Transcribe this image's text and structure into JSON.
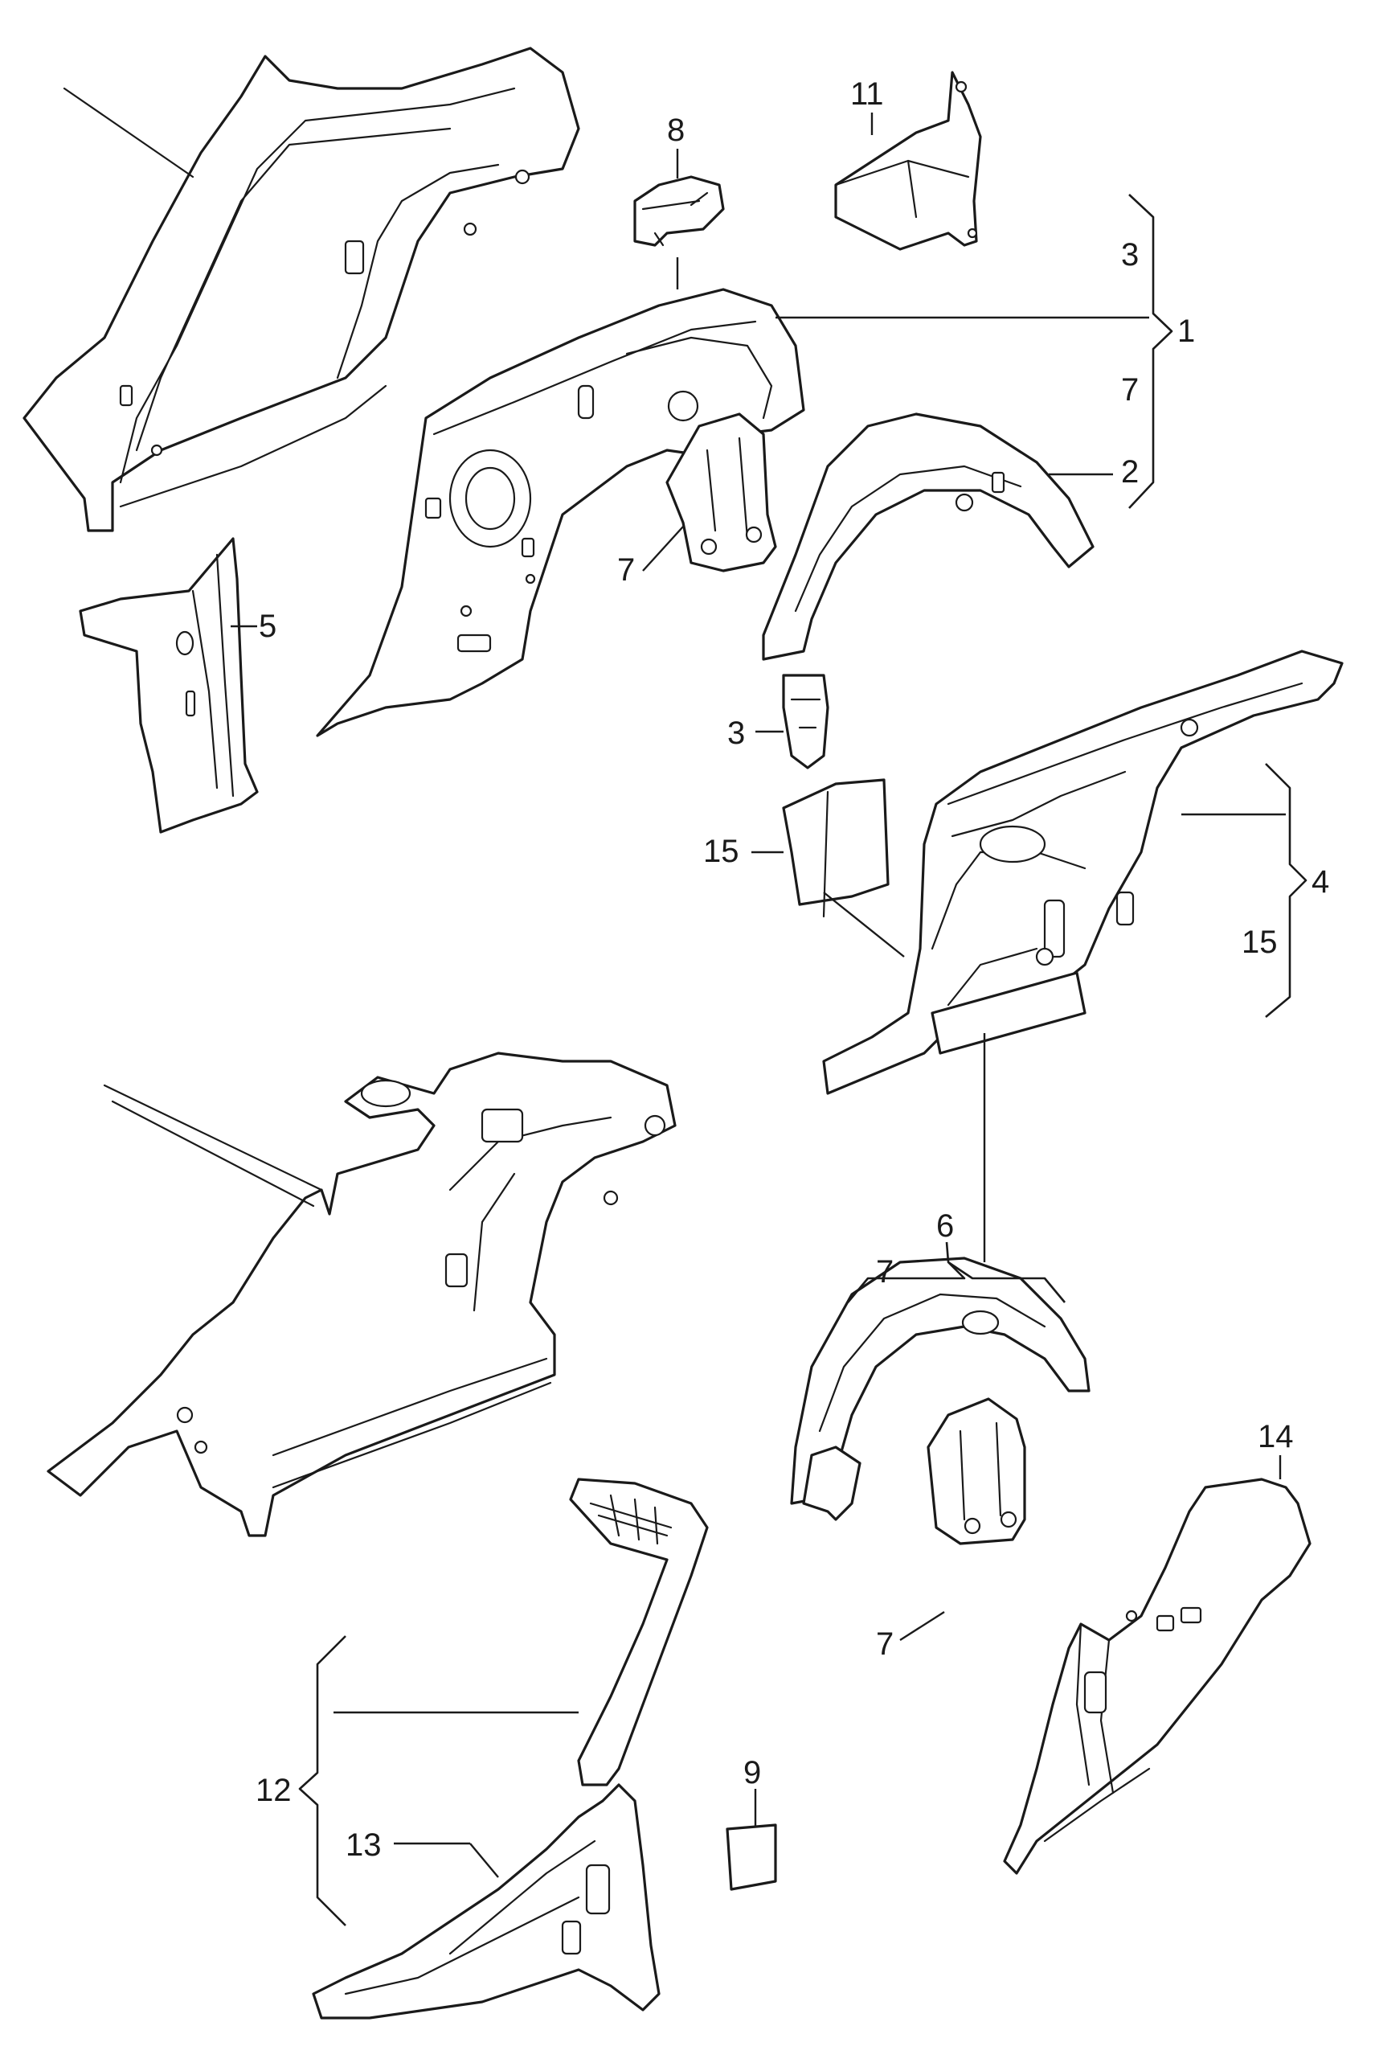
{
  "callouts": {
    "c1": "1",
    "c2": "2",
    "c3a": "3",
    "c3b": "3",
    "c4": "4",
    "c5": "5",
    "c6": "6",
    "c7a": "7",
    "c7b": "7",
    "c7c": "7",
    "c7d": "7",
    "c8": "8",
    "c9": "9",
    "c11": "11",
    "c12": "12",
    "c13": "13",
    "c14": "14",
    "c15a": "15",
    "c15b": "15"
  }
}
